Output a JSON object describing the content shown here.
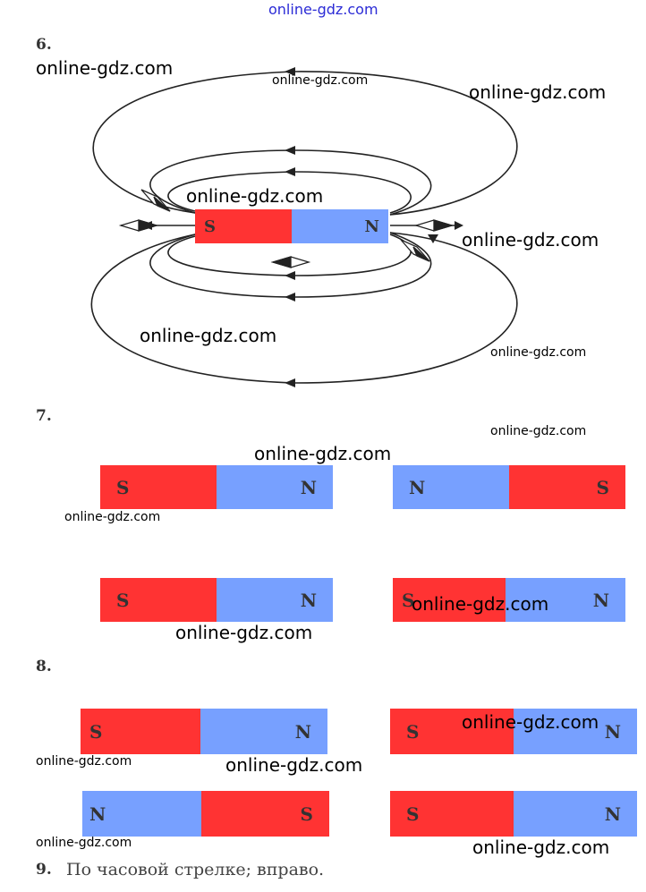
{
  "watermark": "online-gdz.com",
  "colors": {
    "south": "#ff3333",
    "north": "#77a0ff",
    "watermark_top": "#2b2bd6"
  },
  "task6": {
    "number": "6.",
    "magnet": {
      "left_pole": "S",
      "right_pole": "N"
    }
  },
  "task7": {
    "number": "7.",
    "magnets": [
      {
        "left_pole": "S",
        "right_pole": "N"
      },
      {
        "left_pole": "N",
        "right_pole": "S"
      },
      {
        "left_pole": "S",
        "right_pole": "N"
      },
      {
        "left_pole": "S",
        "right_pole": "N"
      }
    ]
  },
  "task8": {
    "number": "8.",
    "magnets": [
      {
        "left_pole": "S",
        "right_pole": "N"
      },
      {
        "left_pole": "S",
        "right_pole": "N"
      },
      {
        "left_pole": "N",
        "right_pole": "S"
      },
      {
        "left_pole": "S",
        "right_pole": "N"
      }
    ]
  },
  "task9": {
    "number": "9.",
    "answer": "По часовой стрелке; вправо."
  }
}
